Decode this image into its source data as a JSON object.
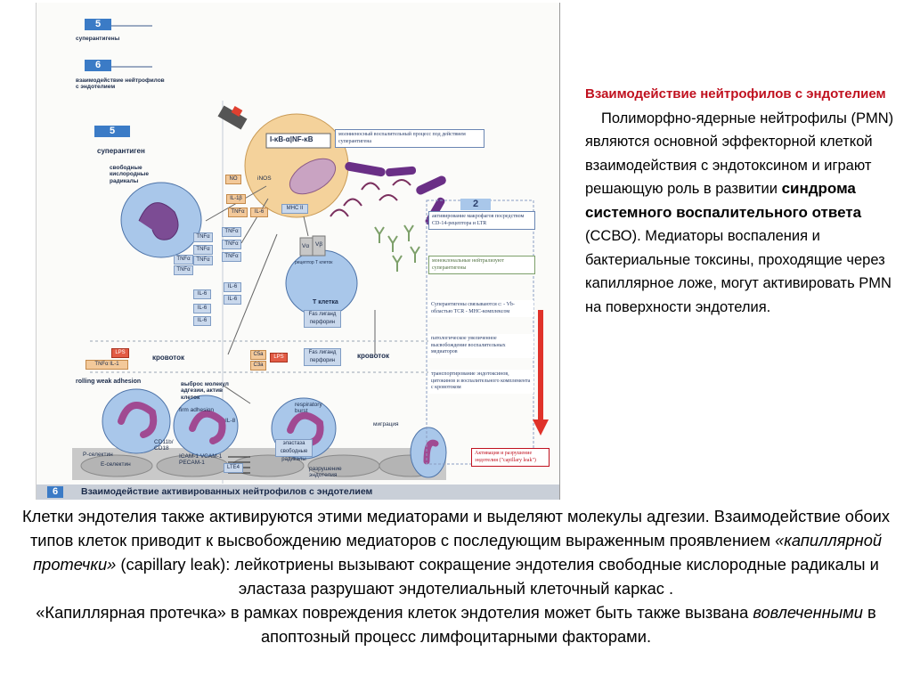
{
  "figure": {
    "steps": {
      "num5": "5",
      "num6": "6",
      "superantigens": "суперантигены",
      "interaction": "взаимодействие нейтрофилов с эндотелием",
      "num5b": "5",
      "superantigen": "суперантиген",
      "free_radicals": "свободные кислородные радикалы"
    },
    "labels": {
      "ikb_nfkb": "I-κB-α|NF-κB",
      "no": "NO",
      "inos": "iNOS",
      "il1b": "IL-1β",
      "tnfa_1": "TNFα",
      "il6_a": "IL-6",
      "mhc2": "MHC II",
      "receptor_t": "рецептор Т клеток",
      "t_cell": "Т клетка",
      "fas": "Fas лиганд перфорин",
      "fas2": "Fas лиганд перфорин",
      "bloodflow_left": "кровоток",
      "bloodflow_right": "кровоток",
      "lps1": "LPS",
      "lps2": "LPS",
      "c5a": "C5a",
      "c3a": "C3a",
      "il8": "IL-8",
      "lte4": "LTE4",
      "tnfa_il1": "TNFα  IL-1",
      "rolling": "rolling weak adhesion",
      "release": "выброс молекул адгезии, актив клеток",
      "firm": "firm adhesion",
      "p_sel": "P-селектин",
      "e_sel": "E-селектин",
      "icam": "ICAM-1  VCAM-1  PECAM-1",
      "cd": "CD11b/ CD18",
      "migration": "миграция",
      "respiratory": "respiratory burst",
      "destroy": "разрушение эндотелия",
      "vb": "Vα",
      "vb2": "Vβ",
      "elastase": "эластаза свободные радикалы"
    },
    "boxes": {
      "top": "молниеносный воспалительный процесс под действием суперантигена",
      "macro": "активирование макрофагов посредством CD-14-рецептора и LTR",
      "neutral": "моноклональные нейтрализуют суперантигены",
      "binding": "Суперантигены связываются с: - Vb-областью TCR - MHC-комплексом",
      "pathologic": "патологическое увеличенное высвобождение воспалительных медиаторов",
      "transport": "транспортирование эндотоксинов, цитокинов и воспалительного комплемента с кровотоком",
      "box2": "2",
      "leak": "Активация и разрушение эндотелия (\"capillary leak\")"
    },
    "banner_num": "6",
    "banner_text": "Взаимодействие активированных нейтрофилов с эндотелием",
    "colors": {
      "blue_box": "#3b7bc6",
      "cell": "#a9c7ea",
      "nucleus": "#b0619e",
      "red_arrow": "#e0322a"
    }
  },
  "side": {
    "title": "Взаимодействие нейтрофилов с эндотелием",
    "p1": "Полиморфно-ядерные нейтрофилы (PMN) являются основной эффекторной клеткой взаимодействия с эндотоксином и играют решающую роль в развитии",
    "p1_bold": "синдрома системного воспалительного ответа",
    "p1_end": "(ССВО). Медиаторы воспаления и бактериальные токсины, проходящие через  капиллярное ложе, могут активировать PMN на поверхности эндотелия."
  },
  "bottom": {
    "line1": "Клетки эндотелия также активируются этими медиаторами и выделяют молекулы адгезии. Взаимодействие обоих типов клеток приводит к высвобождению медиаторов с последующим выраженным проявлением ",
    "italic1": "«капиллярной протечки»",
    "line1b": " (capillary leak): лейкотриены вызывают сокращение эндотелия свободные кислородные радикалы и эластаза разрушают эндотелиальный клеточный каркас .",
    "line2": "«Капиллярная протечка» в рамках повреждения клеток эндотелия может быть также вызвана ",
    "italic2": "вовлеченными",
    "line2b": " в апоптозный процесс лимфоцитарными факторами."
  }
}
